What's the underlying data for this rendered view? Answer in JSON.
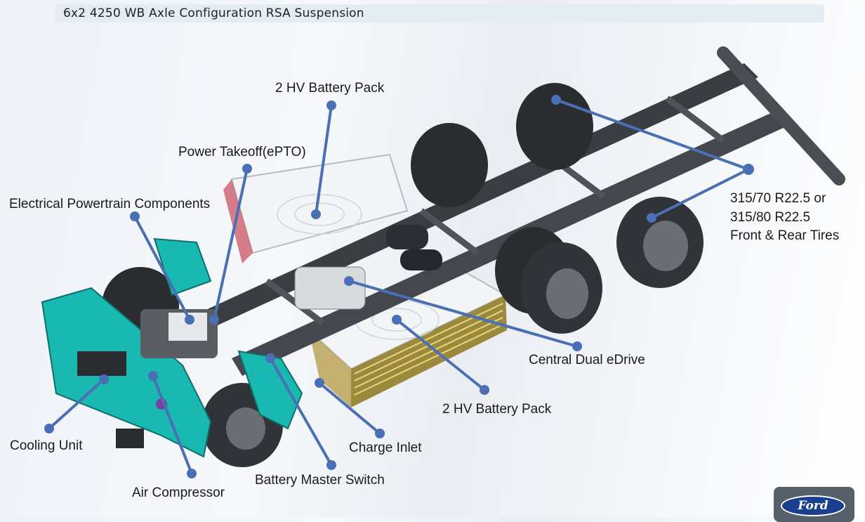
{
  "header": {
    "title": "6x2 4250 WB Axle Configuration RSA Suspension"
  },
  "callouts": {
    "battery_pack_top": "2 HV Battery Pack",
    "power_takeoff": "Power Takeoff(ePTO)",
    "electrical_powertrain": "Electrical Powertrain Components",
    "tires_line1": "315/70 R22.5 or",
    "tires_line2": "315/80 R22.5",
    "tires_line3": "Front & Rear Tires",
    "central_edrive": "Central Dual eDrive",
    "battery_pack_bottom": "2 HV Battery Pack",
    "charge_inlet": "Charge Inlet",
    "cooling_unit": "Cooling Unit",
    "battery_master_switch": "Battery Master Switch",
    "air_compressor": "Air Compressor"
  },
  "logo": {
    "text": "Ford"
  },
  "colors": {
    "callout_line": "#4a6fb5",
    "cab_accent": "#19b8b0",
    "chassis": "#3a3d42"
  }
}
